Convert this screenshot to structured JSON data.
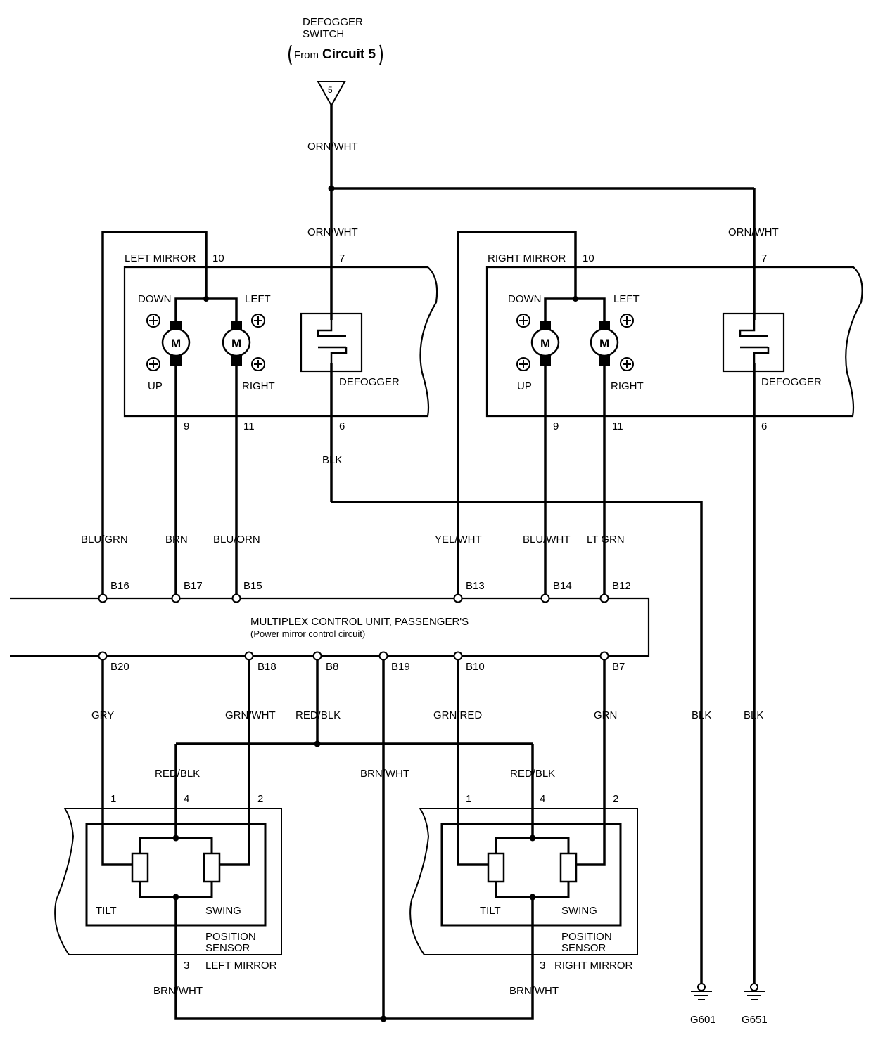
{
  "header": {
    "switch_line1": "DEFOGGER",
    "switch_line2": "SWITCH",
    "from_prefix": "From",
    "from_circuit": "Circuit 5",
    "connector_num": "5"
  },
  "mirrors": {
    "left": {
      "title": "LEFT MIRROR",
      "down": "DOWN",
      "up": "UP",
      "left": "LEFT",
      "right": "RIGHT",
      "defogger": "DEFOGGER",
      "pin_10": "10",
      "pin_7": "7",
      "pin_9": "9",
      "pin_11": "11",
      "pin_6": "6",
      "motor": "M"
    },
    "right": {
      "title": "RIGHT MIRROR",
      "down": "DOWN",
      "up": "UP",
      "left": "LEFT",
      "right": "RIGHT",
      "defogger": "DEFOGGER",
      "pin_10": "10",
      "pin_7": "7",
      "pin_9": "9",
      "pin_11": "11",
      "pin_6": "6",
      "motor": "M"
    }
  },
  "wires": {
    "orn_wht_top": "ORN/WHT",
    "orn_wht_left": "ORN/WHT",
    "orn_wht_right": "ORN/WHT",
    "blk_left_defogger": "BLK",
    "blu_grn": "BLU/GRN",
    "brn": "BRN",
    "blu_orn": "BLU/ORN",
    "yel_wht": "YEL/WHT",
    "blu_wht": "BLU/WHT",
    "lt_grn": "LT GRN",
    "gry": "GRY",
    "grn_wht": "GRN/WHT",
    "red_blk_b8": "RED/BLK",
    "grn_red": "GRN/RED",
    "grn": "GRN",
    "blk_g601": "BLK",
    "blk_g651": "BLK",
    "red_blk_left": "RED/BLK",
    "red_blk_right": "RED/BLK",
    "brn_wht_center": "BRN/WHT",
    "brn_wht_left": "BRN/WHT",
    "brn_wht_right": "BRN/WHT"
  },
  "control_unit": {
    "line1": "MULTIPLEX CONTROL UNIT, PASSENGER'S",
    "line2": "(Power mirror control circuit)",
    "top_pins": [
      "B16",
      "B17",
      "B15",
      "B13",
      "B14",
      "B12"
    ],
    "bottom_pins": [
      "B20",
      "B18",
      "B8",
      "B19",
      "B10",
      "B7"
    ]
  },
  "sensors": {
    "left": {
      "tilt": "TILT",
      "swing": "SWING",
      "sensor_line1": "POSITION",
      "sensor_line2": "SENSOR",
      "name": "LEFT MIRROR",
      "pin_1": "1",
      "pin_4": "4",
      "pin_2": "2",
      "pin_3": "3"
    },
    "right": {
      "tilt": "TILT",
      "swing": "SWING",
      "sensor_line1": "POSITION",
      "sensor_line2": "SENSOR",
      "name": "RIGHT MIRROR",
      "pin_1": "1",
      "pin_4": "4",
      "pin_2": "2",
      "pin_3": "3"
    }
  },
  "grounds": {
    "g601": "G601",
    "g651": "G651"
  }
}
